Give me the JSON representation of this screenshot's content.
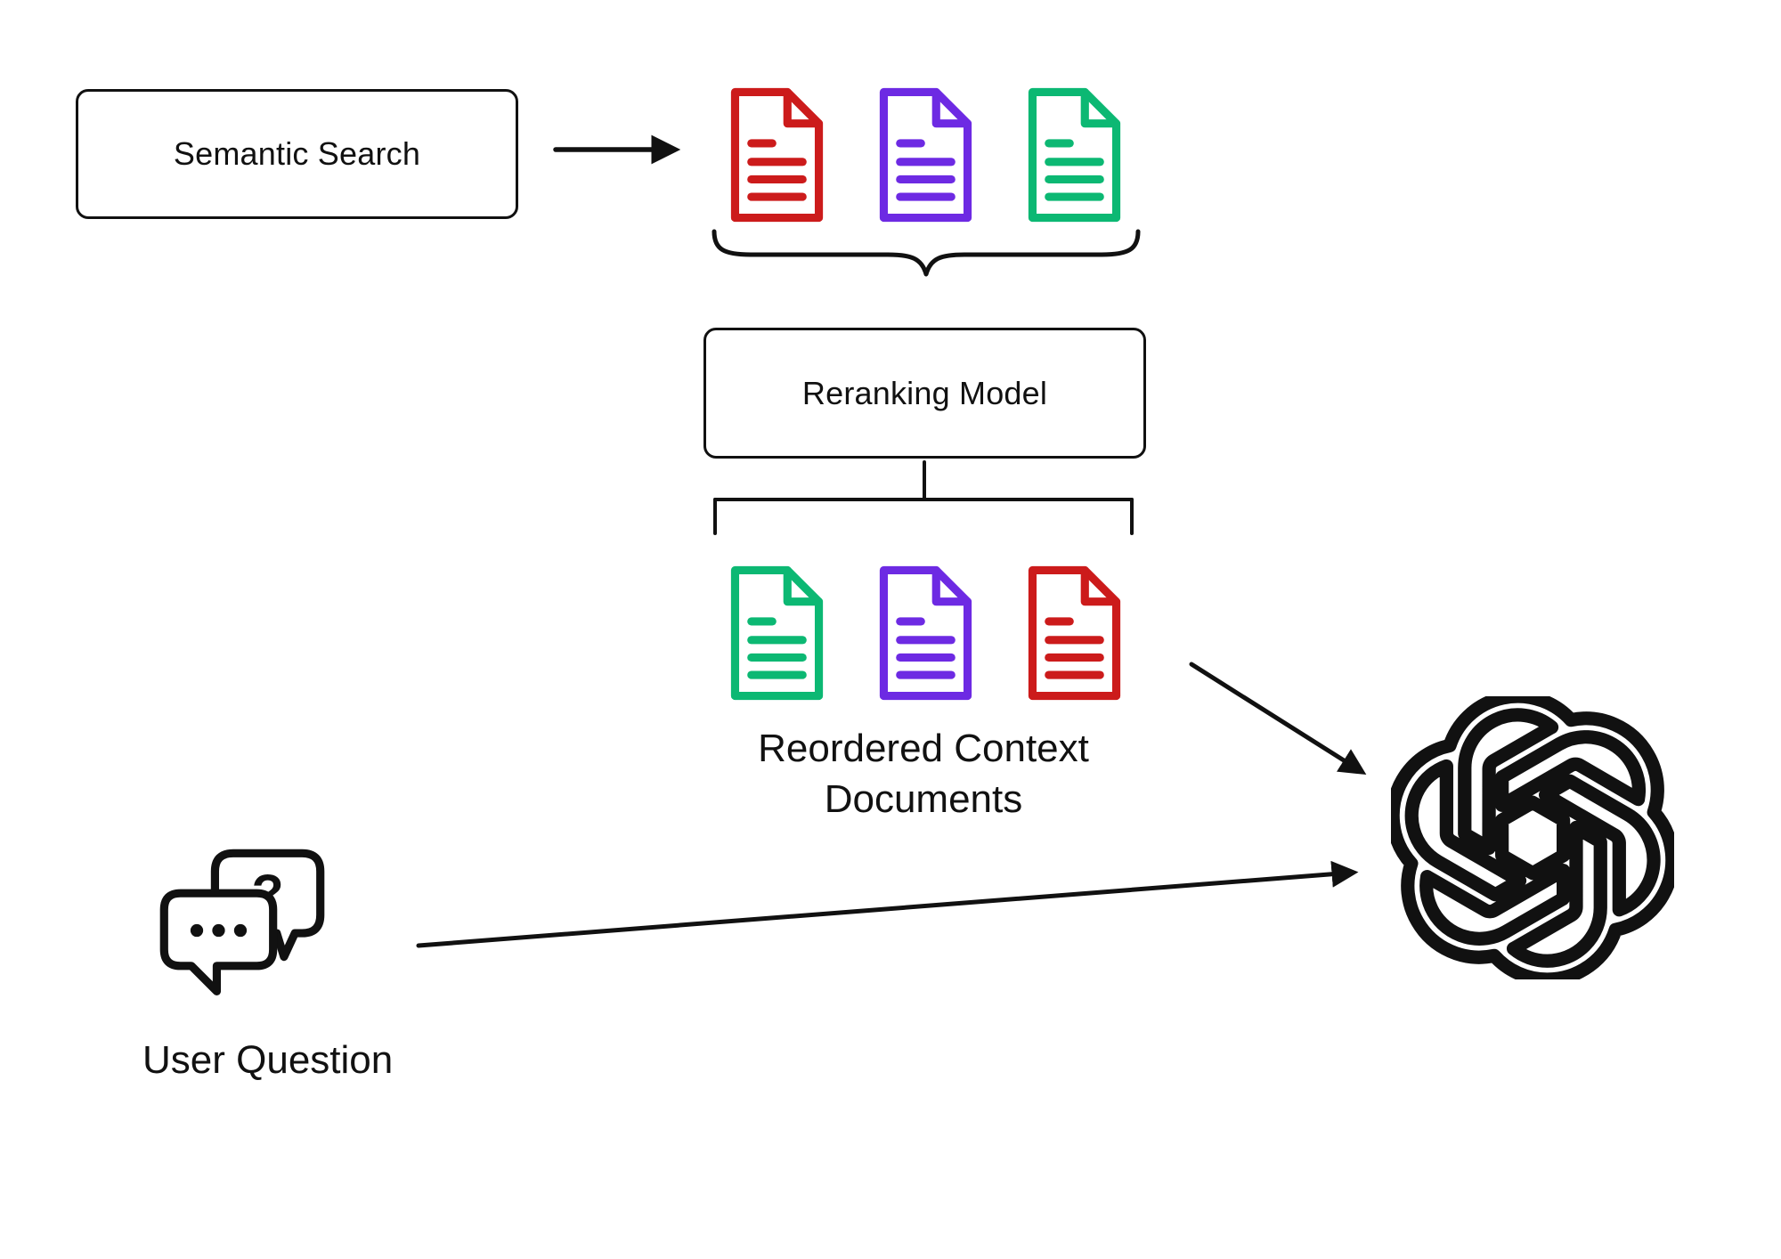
{
  "canvas": {
    "background": "#ffffff",
    "ink": "#111111"
  },
  "nodes": {
    "semantic_search": {
      "label": "Semantic Search"
    },
    "reranking_model": {
      "label": "Reranking Model"
    }
  },
  "labels": {
    "reordered_documents": "Reordered Context Documents",
    "user_question": "User Question"
  },
  "doc_rows": {
    "top": [
      "#cc1b1b",
      "#6d2ae3",
      "#0cb873"
    ],
    "reordered": [
      "#0cb873",
      "#6d2ae3",
      "#cc1b1b"
    ]
  },
  "icons": {
    "question_glyph": "?",
    "document": "document-icon",
    "chat": "chat-bubbles-icon",
    "llm": "openai-logo-icon",
    "arrow": "arrow-icon",
    "brace": "curly-brace-icon",
    "bracket": "bracket-connector-icon"
  }
}
